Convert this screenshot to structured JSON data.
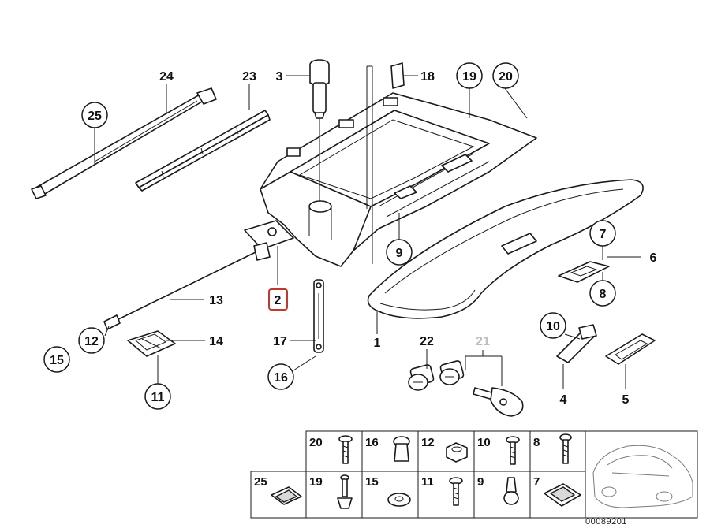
{
  "callouts": [
    {
      "id": "c1",
      "text": "1"
    },
    {
      "id": "c2",
      "text": "2",
      "highlight": "#c0392b"
    },
    {
      "id": "c3",
      "text": "3"
    },
    {
      "id": "c4",
      "text": "4"
    },
    {
      "id": "c5",
      "text": "5"
    },
    {
      "id": "c6",
      "text": "6"
    },
    {
      "id": "c7",
      "text": "7"
    },
    {
      "id": "c8",
      "text": "8"
    },
    {
      "id": "c9",
      "text": "9"
    },
    {
      "id": "c10",
      "text": "10"
    },
    {
      "id": "c11",
      "text": "11"
    },
    {
      "id": "c12",
      "text": "12"
    },
    {
      "id": "c13",
      "text": "13"
    },
    {
      "id": "c14",
      "text": "14"
    },
    {
      "id": "c15",
      "text": "15"
    },
    {
      "id": "c16",
      "text": "16"
    },
    {
      "id": "c17",
      "text": "17"
    },
    {
      "id": "c18",
      "text": "18"
    },
    {
      "id": "c19",
      "text": "19"
    },
    {
      "id": "c20",
      "text": "20"
    },
    {
      "id": "c21",
      "text": "21",
      "color": "#bdbdbd"
    },
    {
      "id": "c22",
      "text": "22"
    },
    {
      "id": "c23",
      "text": "23"
    },
    {
      "id": "c24",
      "text": "24"
    },
    {
      "id": "c25",
      "text": "25"
    }
  ],
  "fastener_table": {
    "row1": [
      "20",
      "16",
      "12",
      "10",
      "8"
    ],
    "row2": [
      "25",
      "19",
      "15",
      "11",
      "9",
      "7"
    ]
  },
  "diagram_ref": "00089201",
  "colors": {
    "highlight_box": "#c0392b",
    "muted_label": "#bdbdbd",
    "line": "#1a1a1a"
  }
}
